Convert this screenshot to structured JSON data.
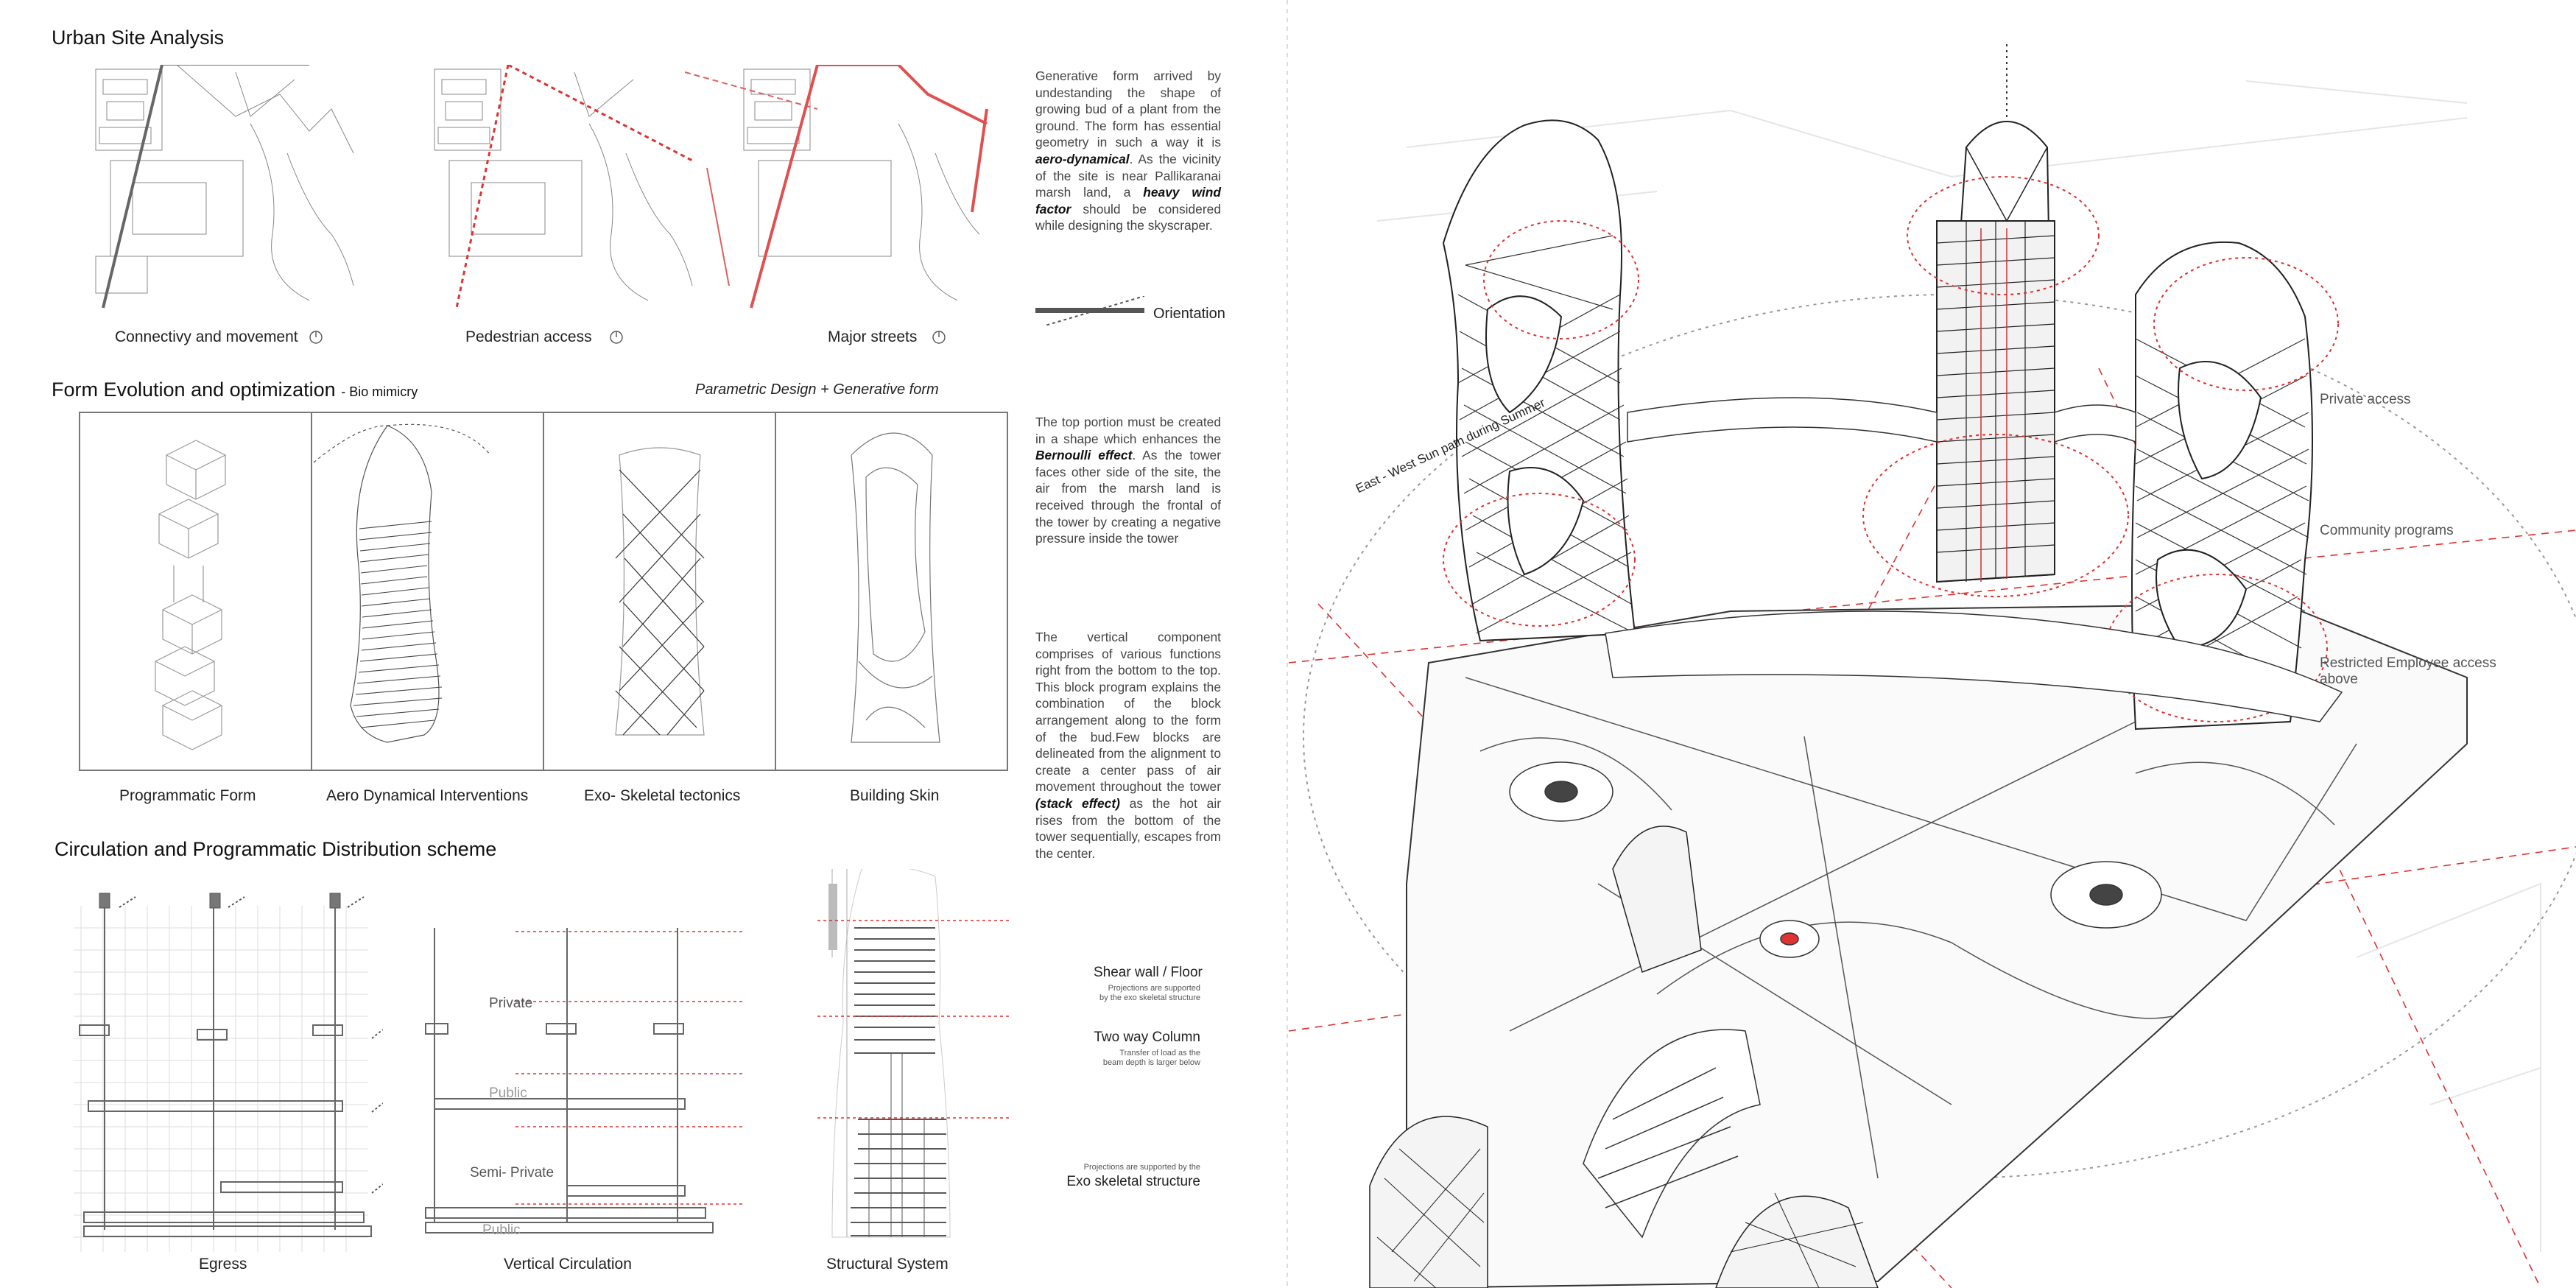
{
  "left": {
    "urban": {
      "title": "Urban Site Analysis",
      "maps": [
        {
          "caption": "Connectivy and movement"
        },
        {
          "caption": "Pedestrian access"
        },
        {
          "caption": "Major streets"
        }
      ],
      "description_parts": [
        "Generative form arrived by undestanding the shape of growing bud of a plant from the ground. The form has essential geometry in such a way it is ",
        "aero-dynamical",
        ". As the vicinity of the site is near Pallikaranai marsh land, a ",
        "heavy wind factor",
        " should be considered while designing the skyscraper."
      ],
      "orientation_label": "Orientation"
    },
    "form": {
      "title": "Form Evolution and optimization",
      "title_suffix": "- Bio mimicry",
      "subtitle": "Parametric Design + Generative form",
      "panels": [
        {
          "caption": "Programmatic Form"
        },
        {
          "caption": "Aero Dynamical Interventions"
        },
        {
          "caption": "Exo- Skeletal tectonics"
        },
        {
          "caption": "Building Skin"
        }
      ],
      "text1_parts": [
        "The top portion must be created in a shape which enhances the ",
        "Bernoulli effect",
        ". As the tower faces other side of the site, the air from the marsh land is received through the frontal of the tower by creating a negative pressure inside the tower"
      ],
      "text2_parts": [
        "The vertical component comprises of various functions right from the bottom to the top. This block program explains the combination of the block arrangement along to the form of the bud.Few blocks are delineated from the alignment to create a center pass of air movement throughout the tower ",
        "(stack effect)",
        " as the hot air rises from the bottom of the tower sequentially, escapes from the center."
      ]
    },
    "circulation": {
      "title": "Circulation and Programmatic Distribution scheme",
      "egress_caption": "Egress",
      "vertical_caption": "Vertical Circulation",
      "structural_caption": "Structural System",
      "labels": {
        "private": "Private",
        "public": "Public",
        "semi_private": "Semi- Private",
        "public_bottom": "Public"
      },
      "notes": {
        "shear_title": "Shear wall / Floor",
        "shear_sub1": "Projections are supported",
        "shear_sub2": "by the exo skeletal structure",
        "column_title": "Two way Column",
        "column_sub1": "Transfer of load as the",
        "column_sub2": "beam depth is larger below",
        "projection_sub": "Projections are supported  by the",
        "projection_title": "Exo skeletal structure"
      }
    }
  },
  "right": {
    "sun_path": "East - West Sun path during Summer",
    "labels": {
      "private_access": "Private access",
      "community": "Community programs",
      "restricted_1": "Restricted Employee access",
      "restricted_2": "above"
    }
  }
}
